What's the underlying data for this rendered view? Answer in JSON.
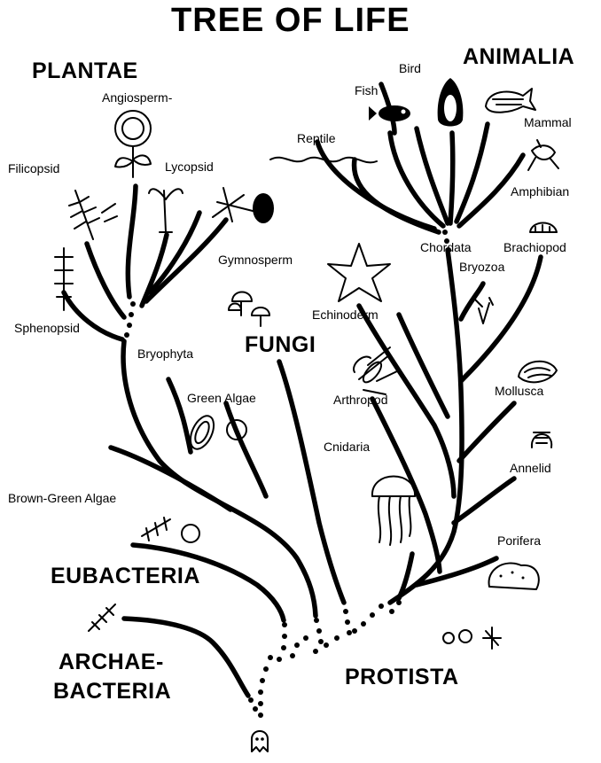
{
  "title": "TREE OF LIFE",
  "kingdoms": {
    "plantae": "PLANTAE",
    "animalia": "ANIMALIA",
    "fungi": "FUNGI",
    "eubacteria": "EUBACTERIA",
    "archaebacteria_line1": "ARCHAE-",
    "archaebacteria_line2": "BACTERIA",
    "protista": "PROTISTA"
  },
  "groups": {
    "angiosperm": "Angiosperm-",
    "filicopsid": "Filicopsid",
    "lycopsid": "Lycopsid",
    "gymnosperm": "Gymnosperm",
    "sphenopsid": "Sphenopsid",
    "bryophyta": "Bryophyta",
    "green_algae": "Green Algae",
    "brown_green_algae": "Brown-Green Algae",
    "bird": "Bird",
    "fish": "Fish",
    "reptile": "Reptile",
    "mammal": "Mammal",
    "amphibian": "Amphibian",
    "chordata": "Chordata",
    "brachiopod": "Brachiopod",
    "bryozoa": "Bryozoa",
    "echinoderm": "Echinoderm",
    "arthropod": "Arthropod",
    "mollusca": "Mollusca",
    "cnidaria": "Cnidaria",
    "annelid": "Annelid",
    "porifera": "Porifera"
  }
}
